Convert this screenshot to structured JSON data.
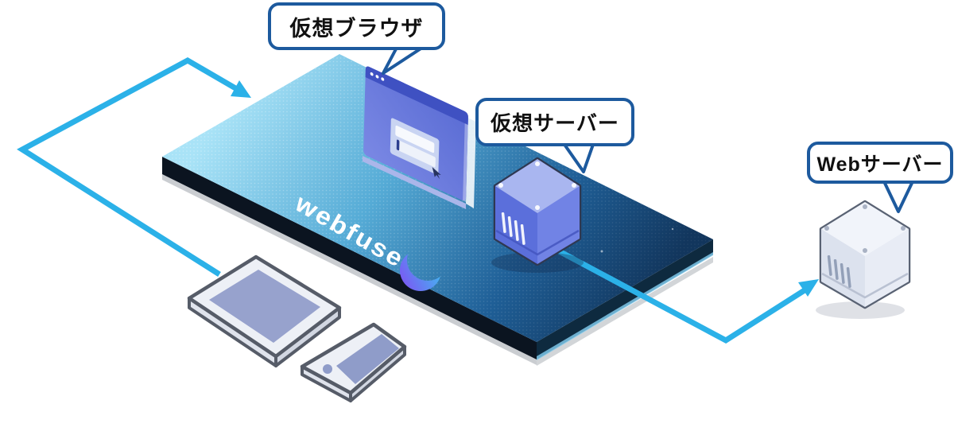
{
  "callouts": {
    "virtual_browser": "仮想ブラウザ",
    "virtual_server": "仮想サーバー",
    "web_server": "Webサーバー"
  },
  "brand": {
    "wordmark": "webfuse"
  },
  "flows": [
    {
      "from": "user-devices",
      "to": "webfuse-platform"
    },
    {
      "from": "virtual-server",
      "to": "web-server"
    }
  ],
  "icons": {
    "virtual_browser": "browser-window-icon",
    "virtual_server": "blue-server-cube-icon",
    "web_server": "white-server-cube-icon",
    "devices": [
      "tablet-icon",
      "smartphone-icon"
    ],
    "brand_mark": "crescent-swoosh-icon"
  },
  "colors": {
    "arrow": "#2bb1e8",
    "callout_border": "#1d5a9e",
    "callout_text": "#111111",
    "platform_light": "#a9e3f7",
    "platform_dark": "#12365d",
    "browser_window": "#6274d8",
    "virtual_server_cube": "#5b6fdb",
    "web_server_cube": "#eef1f8",
    "logo_gradient_start": "#7d55f3",
    "logo_gradient_end": "#39c7f2"
  }
}
